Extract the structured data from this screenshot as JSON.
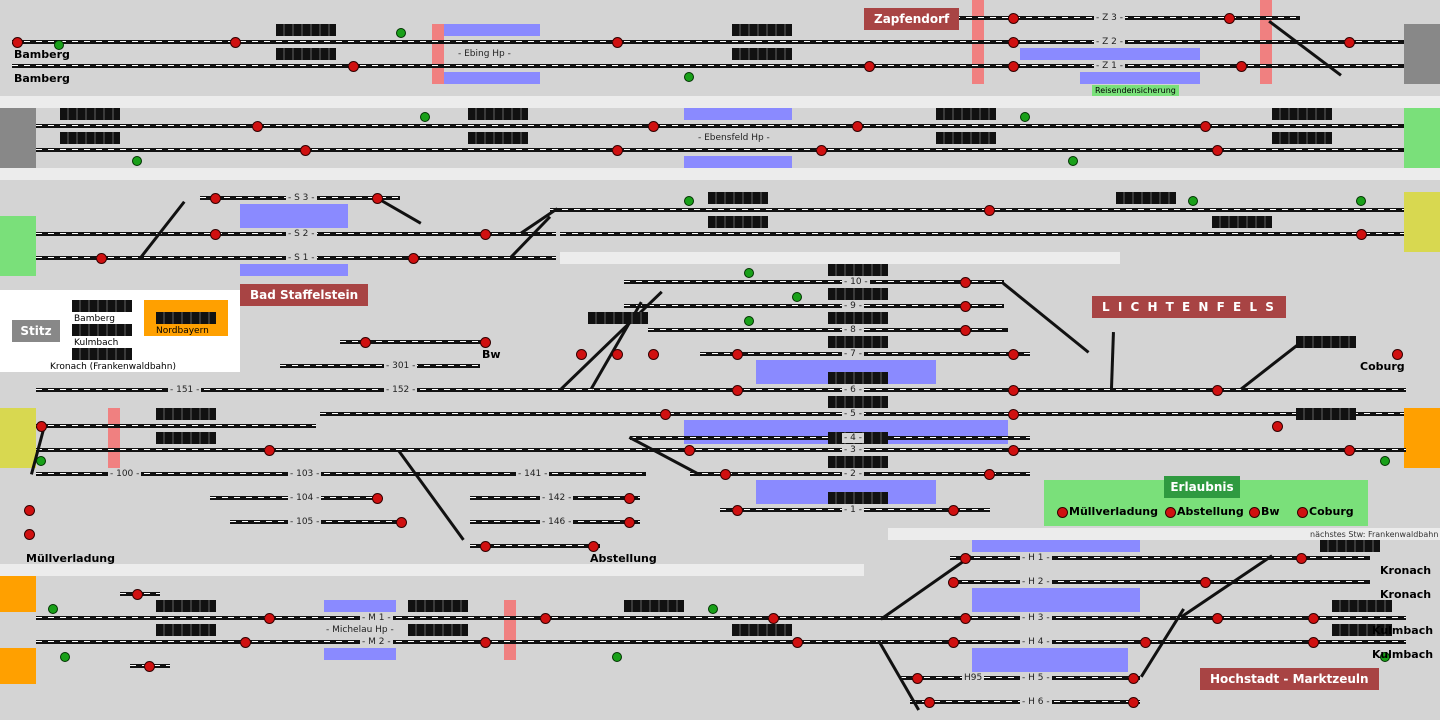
{
  "stations": {
    "bamberg_1": "Bamberg",
    "bamberg_2": "Bamberg",
    "zapfendorf": "Zapfendorf",
    "bad_staffelstein": "Bad Staffelstein",
    "lichtenfels": "L I C H T E N F E L S",
    "coburg": "Coburg",
    "bw": "Bw",
    "muellverladung": "Müllverladung",
    "abstellung": "Abstellung",
    "kronach_1": "Kronach",
    "kronach_2": "Kronach",
    "kulmbach_1": "Kulmbach",
    "kulmbach_2": "Kulmbach",
    "hochstadt": "Hochstadt  -  Marktzeuln"
  },
  "track_labels": {
    "z3": "- Z 3 -",
    "z2": "- Z 2 -",
    "z1": "- Z 1 -",
    "ebing": "- Ebing Hp -",
    "ebensfeld": "- Ebensfeld Hp -",
    "s3": "- S 3 -",
    "s2": "- S 2 -",
    "s1": "- S 1 -",
    "t10": "- 10 -",
    "t9": "- 9 -",
    "t8": "- 8 -",
    "t7": "- 7 -",
    "t6": "- 6 -",
    "t5": "- 5 -",
    "t4": "- 4 -",
    "t3": "- 3 -",
    "t2": "- 2 -",
    "t1": "- 1 -",
    "t301": "- 301 -",
    "t152": "- 152 -",
    "t151": "- 151 -",
    "t100": "- 100 -",
    "t103": "- 103 -",
    "t104": "- 104 -",
    "t105": "- 105 -",
    "t141": "- 141 -",
    "t142": "- 142 -",
    "t146": "- 146 -",
    "h1": "- H 1 -",
    "h2": "- H 2 -",
    "h3": "- H 3 -",
    "h4": "- H 4 -",
    "h5": "- H 5 -",
    "h6": "- H 6 -",
    "h95": "H95",
    "m1": "- M 1 -",
    "m2": "- M 2 -",
    "michelau": "- Michelau Hp -"
  },
  "legend": {
    "stitz": "Stitz",
    "bamberg": "Bamberg",
    "kulmbach": "Kulmbach",
    "kronach": "Kronach (Frankenwaldbahn)",
    "nordbayern": "Nordbayern"
  },
  "permissions": {
    "title": "Erlaubnis",
    "items": [
      "Müllverladung",
      "Abstellung",
      "Bw",
      "Coburg"
    ]
  },
  "notes": {
    "reisenden": "Reisendensicherung",
    "naechstes": "nächstes Stw: Frankenwaldbahn"
  },
  "colors": {
    "signal_red": "#d01010",
    "signal_green": "#19a019",
    "platform": "#8a8aff",
    "station_label_bg": "#a84444",
    "permission_bg": "#7ae07a",
    "orange": "#ffa000"
  }
}
